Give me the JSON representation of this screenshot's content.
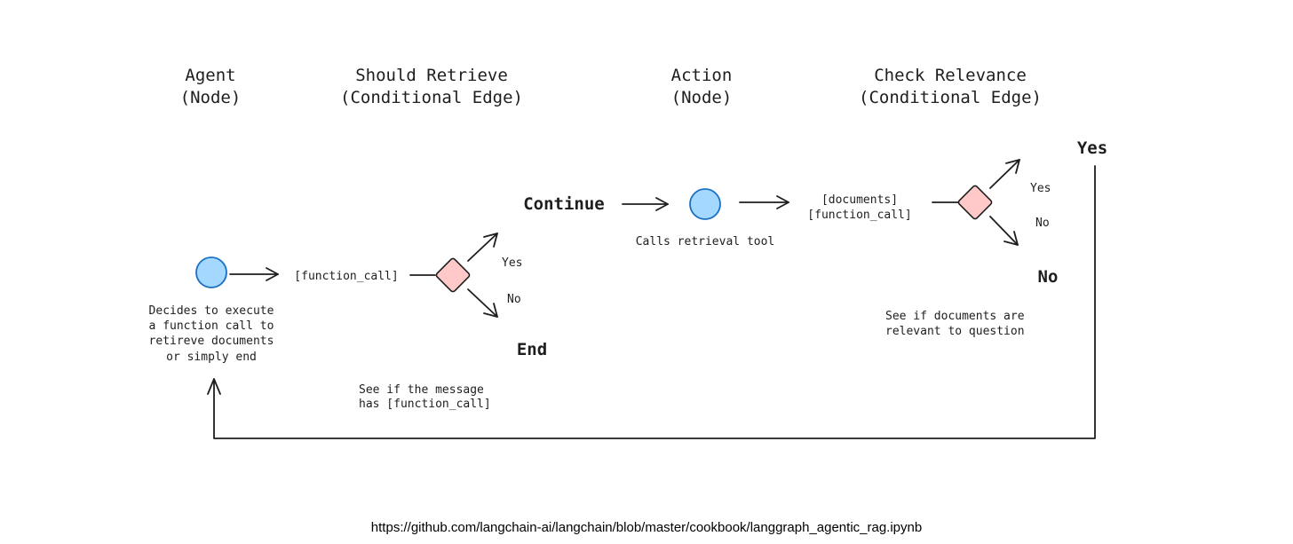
{
  "colors": {
    "node_fill": "#a5d8ff",
    "node_stroke": "#1971c2",
    "edge_fill": "#ffc9c9",
    "edge_stroke": "#1e1e1e",
    "line": "#1e1e1e"
  },
  "headers": {
    "agent": [
      "Agent",
      "(Node)"
    ],
    "should_retrieve": [
      "Should Retrieve",
      "(Conditional Edge)"
    ],
    "action": [
      "Action",
      "(Node)"
    ],
    "check_relevance": [
      "Check Relevance",
      "(Conditional Edge)"
    ]
  },
  "agent": {
    "description": [
      "Decides to execute",
      "a function call to",
      "retireve documents",
      "or simply end"
    ]
  },
  "edge1": {
    "input": "[function_call]",
    "yes": "Yes",
    "no": "No",
    "yes_target": "Continue",
    "no_target": "End",
    "description": [
      "See if the message",
      "has [function_call]"
    ]
  },
  "action": {
    "description": "Calls retrieval tool"
  },
  "edge2": {
    "input": [
      "[documents]",
      "[function_call]"
    ],
    "yes": "Yes",
    "no": "No",
    "yes_target": "Yes",
    "no_target": "No",
    "description": [
      "See if documents are",
      "relevant to question"
    ]
  },
  "source_url": "https://github.com/langchain-ai/langchain/blob/master/cookbook/langgraph_agentic_rag.ipynb"
}
